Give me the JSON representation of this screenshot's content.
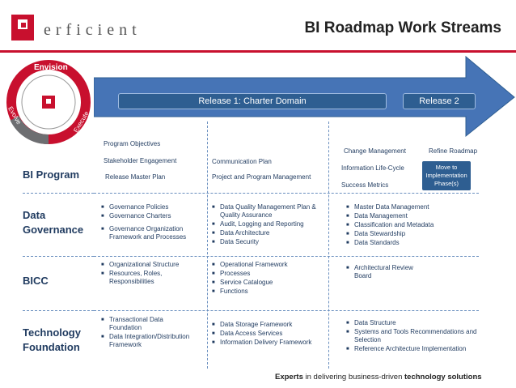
{
  "header": {
    "logo_text": "erficient",
    "title": "BI Roadmap Work Streams"
  },
  "cycle": {
    "envision": "Envision",
    "execute": "Execute",
    "evolve": "Evolve"
  },
  "arrow": {
    "release1": "Release 1: Charter Domain",
    "release2": "Release 2"
  },
  "rows": [
    {
      "label": "BI Program"
    },
    {
      "label": "Data Governance"
    },
    {
      "label": "BICC"
    },
    {
      "label": "Technology Foundation"
    }
  ],
  "bi_program": {
    "col1": [
      "Program Objectives",
      "Stakeholder Engagement",
      "Release Master Plan"
    ],
    "col2": [
      "Communication Plan",
      "Project and Program Management"
    ],
    "col3": [
      "Change Management",
      "Information Life-Cycle",
      "Success Metrics"
    ],
    "col4_title": "Refine Roadmap",
    "move_box": "Move to Implementation Phase(s)"
  },
  "data_governance": {
    "col1": [
      "Governance Policies",
      "Governance Charters",
      "Governance Organization Framework and Processes"
    ],
    "col2": [
      "Data Quality Management Plan & Quality Assurance",
      "Audit, Logging and Reporting",
      "Data Architecture",
      "Data Security"
    ],
    "col3": [
      "Master Data Management",
      "Data Management",
      "Classification and Metadata",
      "Data Stewardship",
      "Data Standards"
    ]
  },
  "bicc": {
    "col1": [
      "Organizational Structure",
      "Resources, Roles, Responsibilities"
    ],
    "col2": [
      "Operational Framework",
      "Processes",
      "Service Catalogue",
      "Functions"
    ],
    "col3": [
      "Architectural Review Board"
    ]
  },
  "technology": {
    "col1": [
      "Transactional Data Foundation",
      "Data Integration/Distribution Framework"
    ],
    "col2": [
      "Data Storage Framework",
      "Data Access Services",
      "Information Delivery Framework"
    ],
    "col3": [
      "Data Structure",
      "Systems and Tools Recommendations and Selection",
      "Reference Architecture Implementation"
    ]
  },
  "footer": {
    "pre": "Experts",
    "mid": " in delivering business-driven ",
    "post": "technology solutions"
  }
}
